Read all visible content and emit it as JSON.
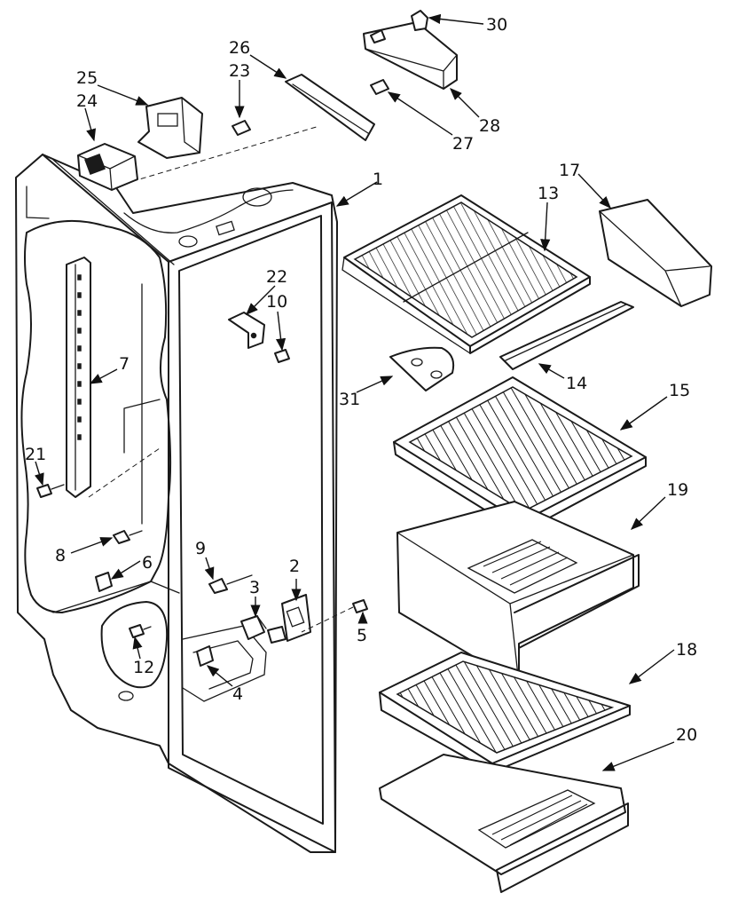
{
  "callouts": [
    {
      "id": "c1",
      "text": "1"
    },
    {
      "id": "c2",
      "text": "2"
    },
    {
      "id": "c3",
      "text": "3"
    },
    {
      "id": "c4",
      "text": "4"
    },
    {
      "id": "c5",
      "text": "5"
    },
    {
      "id": "c6",
      "text": "6"
    },
    {
      "id": "c7",
      "text": "7"
    },
    {
      "id": "c8",
      "text": "8"
    },
    {
      "id": "c9",
      "text": "9"
    },
    {
      "id": "c10",
      "text": "10"
    },
    {
      "id": "c12",
      "text": "12"
    },
    {
      "id": "c13",
      "text": "13"
    },
    {
      "id": "c14",
      "text": "14"
    },
    {
      "id": "c15",
      "text": "15"
    },
    {
      "id": "c17",
      "text": "17"
    },
    {
      "id": "c18",
      "text": "18"
    },
    {
      "id": "c19",
      "text": "19"
    },
    {
      "id": "c20",
      "text": "20"
    },
    {
      "id": "c21",
      "text": "21"
    },
    {
      "id": "c22",
      "text": "22"
    },
    {
      "id": "c23",
      "text": "23"
    },
    {
      "id": "c24",
      "text": "24"
    },
    {
      "id": "c25",
      "text": "25"
    },
    {
      "id": "c26",
      "text": "26"
    },
    {
      "id": "c27",
      "text": "27"
    },
    {
      "id": "c28",
      "text": "28"
    },
    {
      "id": "c30",
      "text": "30"
    },
    {
      "id": "c31",
      "text": "31"
    }
  ]
}
